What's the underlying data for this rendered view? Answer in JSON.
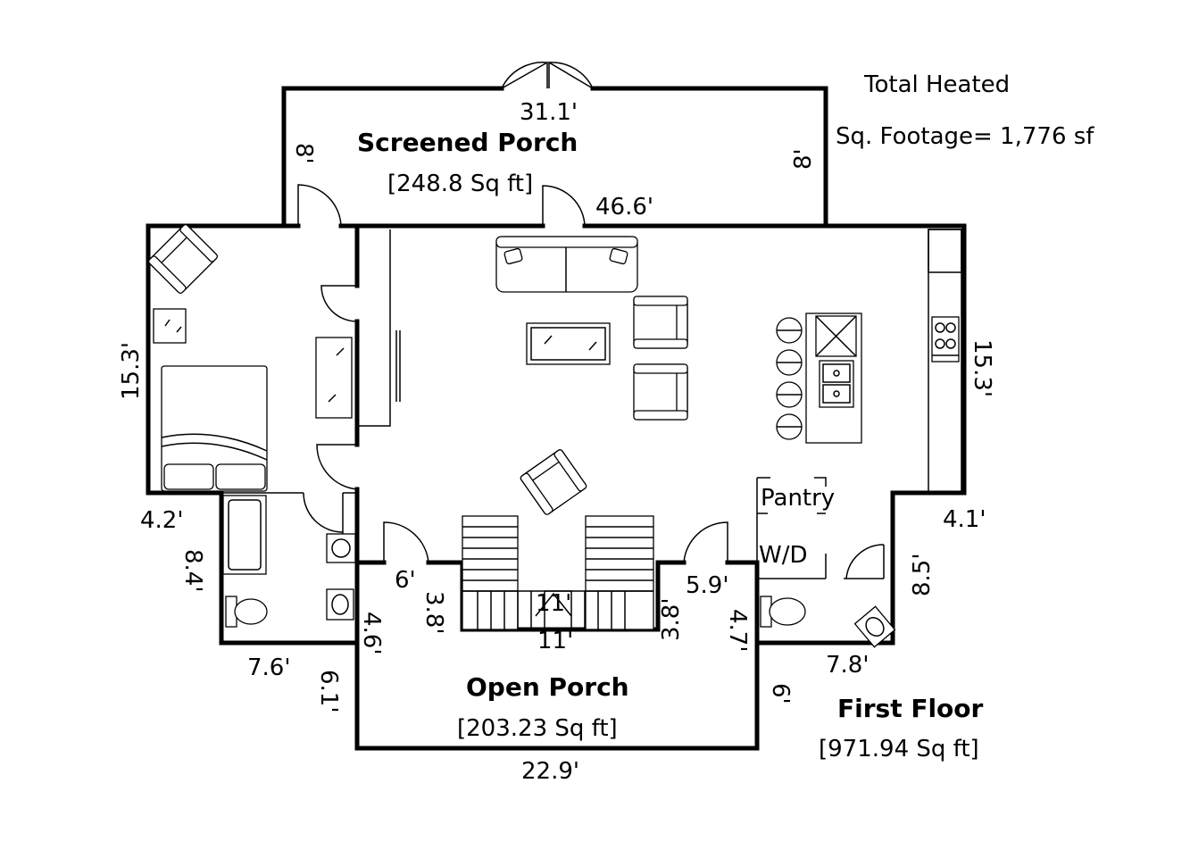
{
  "total_heated": {
    "line1": "Total Heated",
    "line2": "Sq. Footage= 1,776 sf"
  },
  "floor": {
    "title": "First Floor",
    "area": "[971.94 Sq ft]"
  },
  "rooms": {
    "screened_porch": {
      "name": "Screened Porch",
      "area": "[248.8 Sq ft]"
    },
    "open_porch": {
      "name": "Open Porch",
      "area": "[203.23 Sq ft]"
    },
    "pantry": "Pantry",
    "laundry": "W/D"
  },
  "dimensions": {
    "screened_top": "31.1'",
    "screened_left": "8'",
    "screened_right": "8'",
    "main_width": "46.6'",
    "main_left": "15.3'",
    "main_right": "15.3'",
    "bed_bottom_left": "4.2'",
    "bath_left": "8.4'",
    "bath_bottom": "7.6'",
    "bath_bottom_right": "6.1'",
    "open_left_inner": "4.6'",
    "open_right_inner": "4.7'",
    "open_right": "6'",
    "open_bottom": "22.9'",
    "stair_left_step": "6'",
    "stair_left_depth": "3.8'",
    "stair_right_depth": "3.8'",
    "stair_right_step": "5.9'",
    "stair_width_top": "11'",
    "stair_width_bottom": "11'",
    "kitchen_notch": "4.1'",
    "laundry_right": "8.5'",
    "laundry_bottom": "7.8'"
  }
}
